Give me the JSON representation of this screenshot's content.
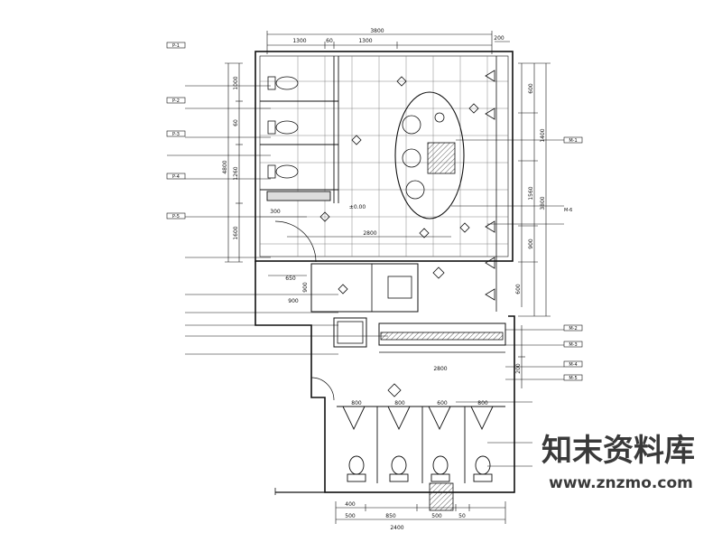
{
  "drawing": {
    "dims_top": {
      "overall": "3800",
      "seg_a": "1300",
      "seg_b": "60",
      "seg_c": "1300",
      "seg_end": "200"
    },
    "dims_left": {
      "total": "4800",
      "a": "1000",
      "b": "60",
      "c": "1260",
      "d": "1600",
      "bot_a": "650",
      "bot_b": "900"
    },
    "dims_right": {
      "a": "600",
      "b": "1400",
      "c": "1560",
      "d": "3800",
      "e": "900",
      "f": "600",
      "g": "200"
    },
    "dims_bottom": {
      "seg_a": "400",
      "seg_b": "500",
      "seg_c": "850",
      "seg_d": "500",
      "seg_e": "50",
      "total": "2400"
    },
    "dims_interior": {
      "corridor": "2800",
      "stall_a": "800",
      "stall_b": "800",
      "stall_c": "600",
      "stall_d": "800",
      "counter": "2800",
      "door": "900",
      "small": "300"
    },
    "room_label": "±0.00",
    "left_callouts": [
      "P-1",
      "P-2",
      "P-3",
      "P-4",
      "P-5"
    ],
    "right_callouts": [
      "M-1",
      "M-2",
      "M-3",
      "M-4",
      "M-5",
      "M-6"
    ]
  },
  "watermark": {
    "brand": "知末资料库",
    "url": "www.znzmo.com"
  }
}
